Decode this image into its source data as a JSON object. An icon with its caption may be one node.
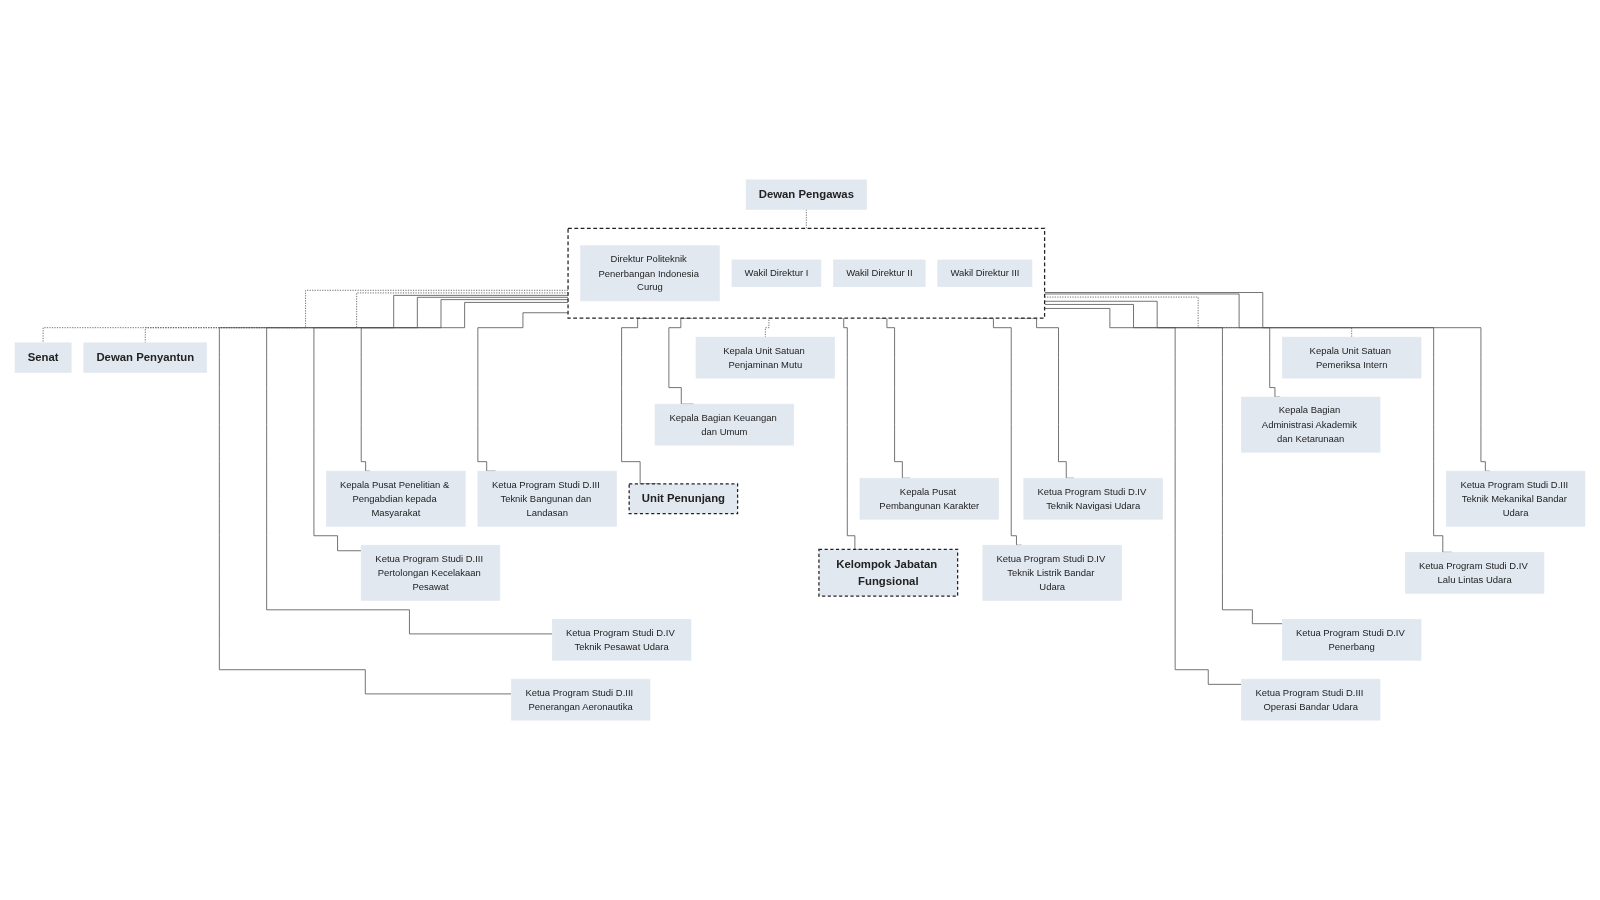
{
  "diagram": {
    "nodes": [
      {
        "text": [],
        "shape": "box"
      },
      {
        "text": [
          "Direktur Politeknik Penerbangan Indonesia Curug"
        ],
        "in": 0
      },
      {
        "text": [
          "Wakil Direktur I"
        ],
        "in": 0
      },
      {
        "text": [
          "Wakil Direktur II"
        ],
        "in": 0
      },
      {
        "text": [
          "Wakil Direktur III"
        ],
        "in": 0
      },
      {
        "text": [
          "Dewan Pengawas"
        ]
      },
      {
        "text": [
          "Senat"
        ]
      },
      {
        "text": [
          "Dewan Penyantun"
        ]
      },
      {
        "text": [
          "Kepala Unit Satuan Pemeriksa Intern"
        ]
      },
      {
        "text": [
          "Kepala Unit Satuan Penjaminan Mutu"
        ]
      },
      {
        "text": [
          "Kepala Bagian Administrasi Akademik dan Ketarunaan"
        ]
      },
      {
        "text": [
          "Kepala Bagian Keuangan dan Umum"
        ]
      },
      {
        "text": [
          "Ketua Program Studi D.IV Teknik Navigasi Udara"
        ]
      },
      {
        "text": [
          "Ketua Program Studi D.IV Teknik Listrik Bandar Udara"
        ]
      },
      {
        "text": [
          "Ketua Program Studi D.IV Teknik Pesawat Udara"
        ]
      },
      {
        "text": [
          "Ketua Program Studi D.III Penerangan Aeronautika"
        ]
      },
      {
        "text": [
          "Ketua Program Studi D.III Teknik Mekanikal Bandar Udara"
        ]
      },
      {
        "text": [
          "Ketua Program Studi D.IV Lalu Lintas Udara"
        ]
      },
      {
        "text": [
          "Ketua Program Studi D.IV Penerbang"
        ]
      },
      {
        "text": [
          "Ketua Program Studi D.III Operasi Bandar Udara"
        ]
      },
      {
        "text": [
          "Ketua Program Studi D.III Teknik Bangunan dan Landasan"
        ]
      },
      {
        "text": [
          "Ketua Program Studi D.III Pertolongan Kecelakaan Pesawat"
        ]
      },
      {
        "text": [
          "Kepala Pusat Penelitian & Pengabdian kepada Masyarakat"
        ]
      },
      {
        "text": [
          "Kepala Pusat Pembangunan Karakter"
        ]
      },
      {
        "text": [
          "Unit Penunjang"
        ]
      },
      {
        "text": [
          "Kelompok Jabatan Fungsional"
        ]
      }
    ],
    "edges": [
      {
        "from": 5,
        "to": 0,
        "arrow": "none",
        "style": "dashed"
      },
      {
        "from": 0,
        "to": 6,
        "arrow": "none",
        "style": "dashed"
      },
      {
        "from": 0,
        "to": 7,
        "arrow": "none",
        "style": "dashed"
      },
      {
        "from": 0,
        "to": 8,
        "arrow": "none",
        "style": "dashed"
      },
      {
        "from": 0,
        "to": 9,
        "arrow": "none",
        "style": "dashed"
      },
      {
        "from": 0,
        "to": 10,
        "arrow": "none"
      },
      {
        "from": 0,
        "to": 11,
        "arrow": "none"
      },
      {
        "from": 0,
        "to": 12,
        "arrow": "none"
      },
      {
        "from": 0,
        "to": 13,
        "arrow": "none"
      },
      {
        "from": 0,
        "to": 14,
        "arrow": "none"
      },
      {
        "from": 0,
        "to": 15,
        "arrow": "none"
      },
      {
        "from": 0,
        "to": 16,
        "arrow": "none"
      },
      {
        "from": 0,
        "to": 17,
        "arrow": "none"
      },
      {
        "from": 0,
        "to": 18,
        "arrow": "none"
      },
      {
        "from": 0,
        "to": 19,
        "arrow": "none"
      },
      {
        "from": 0,
        "to": 20,
        "arrow": "none"
      },
      {
        "from": 0,
        "to": 21,
        "arrow": "none"
      },
      {
        "from": 0,
        "to": 22,
        "arrow": "none"
      },
      {
        "from": 0,
        "to": 23,
        "arrow": "none"
      },
      {
        "from": 0,
        "to": 24,
        "arrow": "none"
      },
      {
        "from": 0,
        "to": 25,
        "arrow": "none"
      }
    ]
  }
}
